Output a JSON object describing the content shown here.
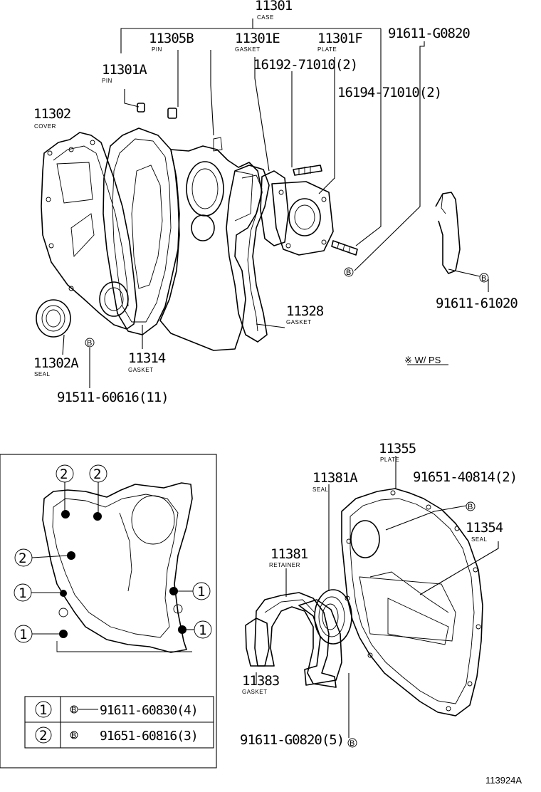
{
  "callouts": {
    "p11301": {
      "part": "11301",
      "desc": "CASE"
    },
    "p11305B": {
      "part": "11305B",
      "desc": "PIN"
    },
    "p11301E": {
      "part": "11301E",
      "desc": "GASKET"
    },
    "p11301F": {
      "part": "11301F",
      "desc": "PLATE"
    },
    "p91611G0820": {
      "part": "91611-G0820"
    },
    "p16192": {
      "part": "16192-71010(2)"
    },
    "p11301A": {
      "part": "11301A",
      "desc": "PIN"
    },
    "p16194": {
      "part": "16194-71010(2)"
    },
    "p11302": {
      "part": "11302",
      "desc": "COVER"
    },
    "p11328": {
      "part": "11328",
      "desc": "GASKET"
    },
    "p91611_61020": {
      "part": "91611-61020"
    },
    "p11302A": {
      "part": "11302A",
      "desc": "SEAL"
    },
    "p11314": {
      "part": "11314",
      "desc": "GASKET"
    },
    "p91511": {
      "part": "91511-60616(11)"
    },
    "wfs": {
      "text": "※ W/ PS"
    },
    "p11355": {
      "part": "11355",
      "desc": "PLATE"
    },
    "p11381A": {
      "part": "11381A",
      "desc": "SEAL"
    },
    "p91651_40814": {
      "part": "91651-40814(2)"
    },
    "p11354": {
      "part": "11354",
      "desc": "SEAL"
    },
    "p11381": {
      "part": "11381",
      "desc": "RETAINER"
    },
    "p11383": {
      "part": "11383",
      "desc": "GASKET"
    },
    "p91611G0820_5": {
      "part": "91611-G0820(5)"
    }
  },
  "inset_markers": {
    "one": "1",
    "two": "2",
    "bolt": "B"
  },
  "legend": {
    "rows": [
      {
        "key": "1",
        "part": "91611-60830(4)"
      },
      {
        "key": "2",
        "part": "91651-60816(3)"
      }
    ]
  },
  "figure_id": "113924A"
}
